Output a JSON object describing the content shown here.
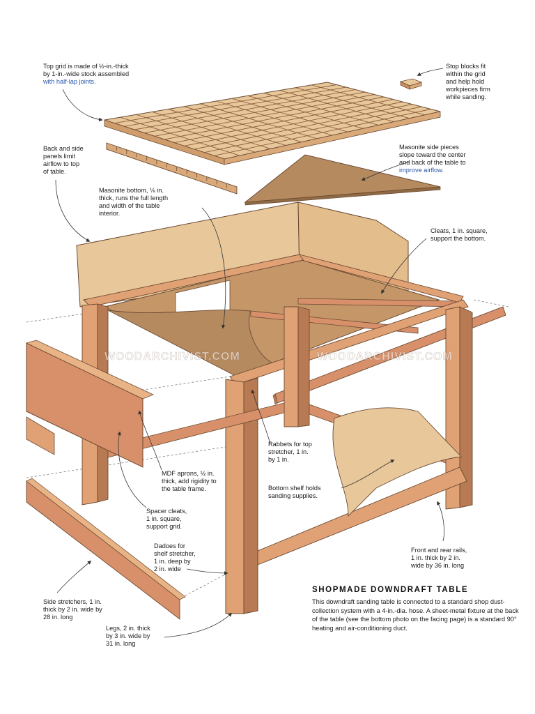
{
  "callouts": {
    "top_grid": {
      "main": "Top grid is made of ½-in.-thick\nby 1-in.-wide stock assembled",
      "highlight": "with half-lap joints."
    },
    "stop_blocks": {
      "main": "Stop blocks fit\nwithin the grid\nand help hold\nworkpieces firm\nwhile sanding."
    },
    "back_side_panels": {
      "main": "Back and side\npanels limit\nairflow to top\nof table."
    },
    "masonite_side": {
      "main": "Masonite side pieces\nslope toward the center\nand back of the table to",
      "highlight": "improve airflow."
    },
    "masonite_bottom": {
      "main": "Masonite bottom, ⅛ in.\nthick, runs the full length\nand width of the table\ninterior."
    },
    "cleats": {
      "main": "Cleats, 1 in. square,\nsupport the bottom."
    },
    "rabbets": {
      "main": "Rabbets for top\nstretcher, 1 in.\nby 1 in."
    },
    "mdf_aprons": {
      "main": "MDF aprons, ½ in.\nthick, add rigidity to\nthe table frame."
    },
    "bottom_shelf": {
      "main": "Bottom shelf holds\nsanding supplies."
    },
    "spacer_cleats": {
      "main": "Spacer cleats,\n1 in. square,\nsupport grid."
    },
    "dadoes": {
      "main": "Dadoes for\nshelf stretcher,\n1 in. deep by\n2 in. wide"
    },
    "front_rear_rails": {
      "main": "Front and rear rails,\n1 in. thick by 2 in.\nwide by 36 in. long"
    },
    "side_stretchers": {
      "main": "Side stretchers, 1 in.\nthick by 2 in. wide by\n28 in. long"
    },
    "legs": {
      "main": "Legs, 2 in. thick\nby 3 in. wide by\n31 in. long"
    }
  },
  "caption": {
    "title": "SHOPMADE DOWNDRAFT TABLE",
    "body": "This downdraft sanding table is connected to a standard shop dust-collection system with a 4-in.-dia. hose. A sheet-metal fixture at the back of the table (see the bottom photo on the facing page) is a standard 90° heating and air-conditioning duct."
  },
  "watermark": "WOODARCHIVIST.COM",
  "colors": {
    "wood_light": "#e8c79a",
    "wood_mid": "#d9a97a",
    "wood_dark": "#b77a52",
    "masonite": "#b58a5f",
    "masonite_dark": "#8f6a45",
    "rail": "#d8906a",
    "outline": "#6b4a33",
    "highlight_text": "#2a57a8"
  }
}
